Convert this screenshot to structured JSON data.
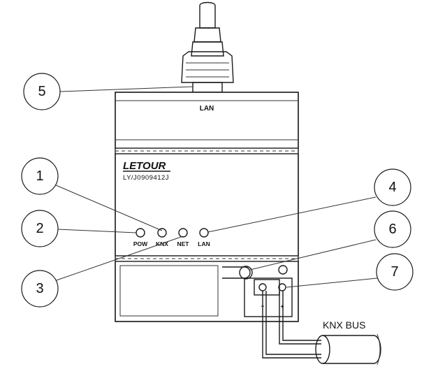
{
  "device": {
    "brand": "LETOUR",
    "model": "LY/J0909412J",
    "top_port_label": "LAN"
  },
  "leds": [
    {
      "id": "pow",
      "label": "POW"
    },
    {
      "id": "knx",
      "label": "KNX"
    },
    {
      "id": "net",
      "label": "NET"
    },
    {
      "id": "lan",
      "label": "LAN"
    }
  ],
  "callouts": [
    {
      "id": "c5",
      "number": "5"
    },
    {
      "id": "c1",
      "number": "1"
    },
    {
      "id": "c2",
      "number": "2"
    },
    {
      "id": "c3",
      "number": "3"
    },
    {
      "id": "c4",
      "number": "4"
    },
    {
      "id": "c6",
      "number": "6"
    },
    {
      "id": "c7",
      "number": "7"
    }
  ],
  "bus_label": "KNX BUS",
  "terminal_marks": [
    "−",
    "+"
  ]
}
